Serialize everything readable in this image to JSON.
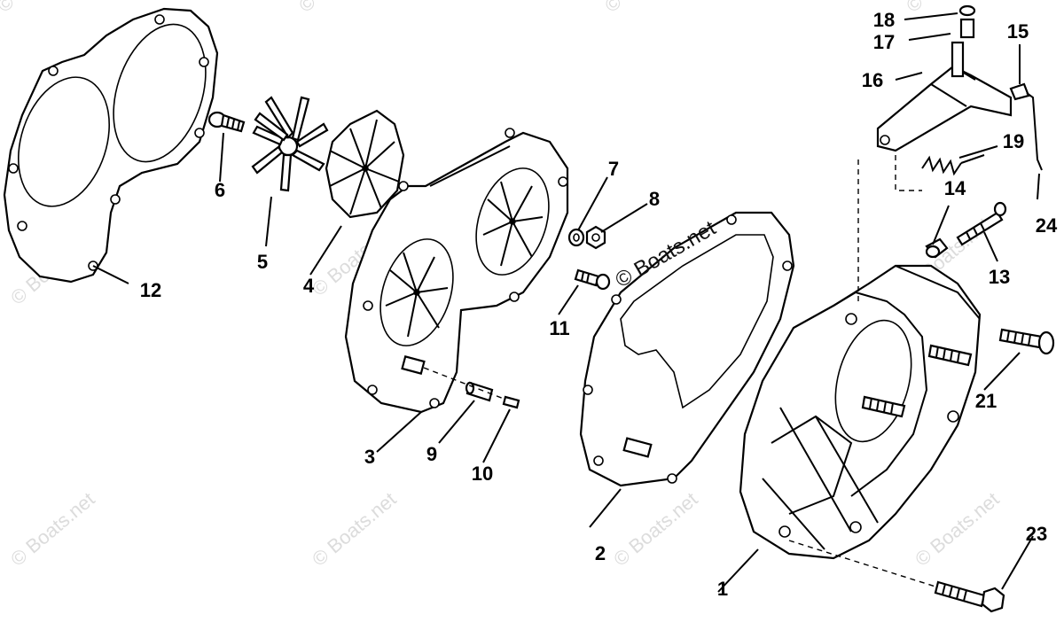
{
  "diagram": {
    "watermark": "© Boats.net",
    "callouts": [
      {
        "id": "1",
        "label": "1"
      },
      {
        "id": "2",
        "label": "2"
      },
      {
        "id": "3",
        "label": "3"
      },
      {
        "id": "4",
        "label": "4"
      },
      {
        "id": "5",
        "label": "5"
      },
      {
        "id": "6",
        "label": "6"
      },
      {
        "id": "7",
        "label": "7"
      },
      {
        "id": "8",
        "label": "8"
      },
      {
        "id": "9",
        "label": "9"
      },
      {
        "id": "10",
        "label": "10"
      },
      {
        "id": "11",
        "label": "11"
      },
      {
        "id": "12",
        "label": "12"
      },
      {
        "id": "13",
        "label": "13"
      },
      {
        "id": "14",
        "label": "14"
      },
      {
        "id": "15",
        "label": "15"
      },
      {
        "id": "16",
        "label": "16"
      },
      {
        "id": "17",
        "label": "17"
      },
      {
        "id": "18",
        "label": "18"
      },
      {
        "id": "19",
        "label": "19"
      },
      {
        "id": "21",
        "label": "21"
      },
      {
        "id": "23",
        "label": "23"
      },
      {
        "id": "24",
        "label": "24"
      }
    ]
  }
}
